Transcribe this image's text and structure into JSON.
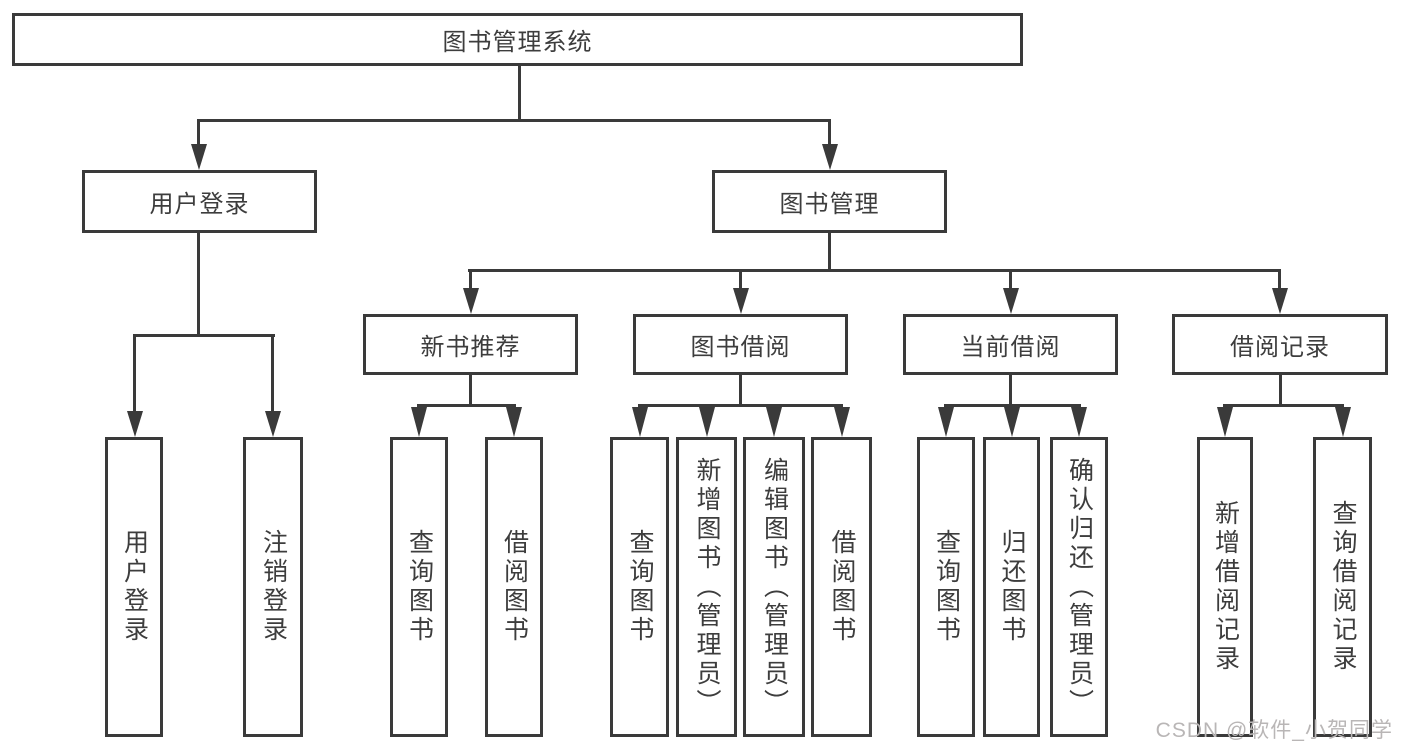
{
  "nodes": {
    "root": "图书管理系统",
    "user_login": "用户登录",
    "book_management": "图书管理",
    "leaf_user_login": "用户登录",
    "leaf_logout": "注销登录",
    "new_book_recommend": "新书推荐",
    "book_borrow": "图书借阅",
    "current_borrow": "当前借阅",
    "borrow_records": "借阅记录",
    "nb_query_books": "查询图书",
    "nb_borrow_books": "借阅图书",
    "bb_query_books": "查询图书",
    "bb_add_books": "新增图书（管理员）",
    "bb_edit_books": "编辑图书（管理员）",
    "bb_borrow_books": "借阅图书",
    "cb_query_books": "查询图书",
    "cb_return_books": "归还图书",
    "cb_confirm_return": "确认归还（管理员）",
    "br_add_record": "新增借阅记录",
    "br_query_record": "查询借阅记录"
  },
  "watermark": "CSDN @软件_小贺同学",
  "colors": {
    "line": "#3a3a3a",
    "text": "#3d3d3d",
    "background": "#ffffff",
    "watermark": "#b9b6b6"
  }
}
